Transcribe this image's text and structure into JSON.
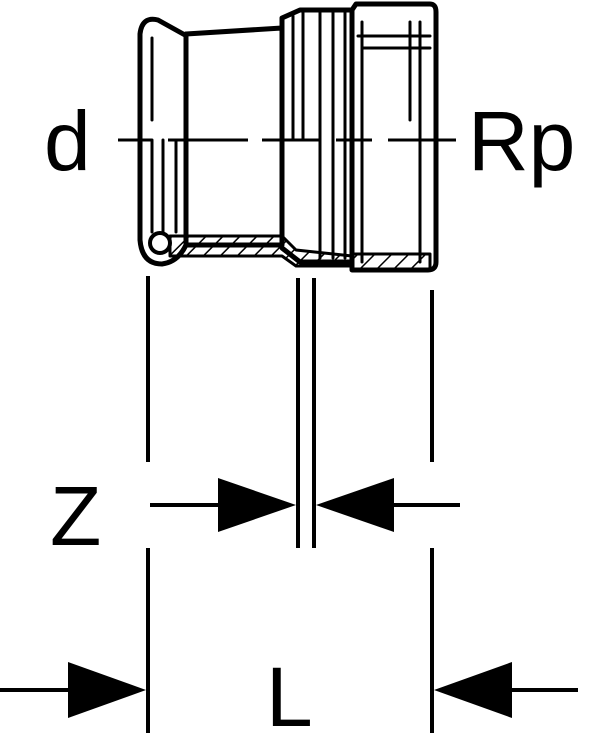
{
  "labels": {
    "d": "d",
    "rp": "Rp",
    "z": "Z",
    "l": "L"
  },
  "colors": {
    "ink": "#000000",
    "paper": "#ffffff"
  }
}
